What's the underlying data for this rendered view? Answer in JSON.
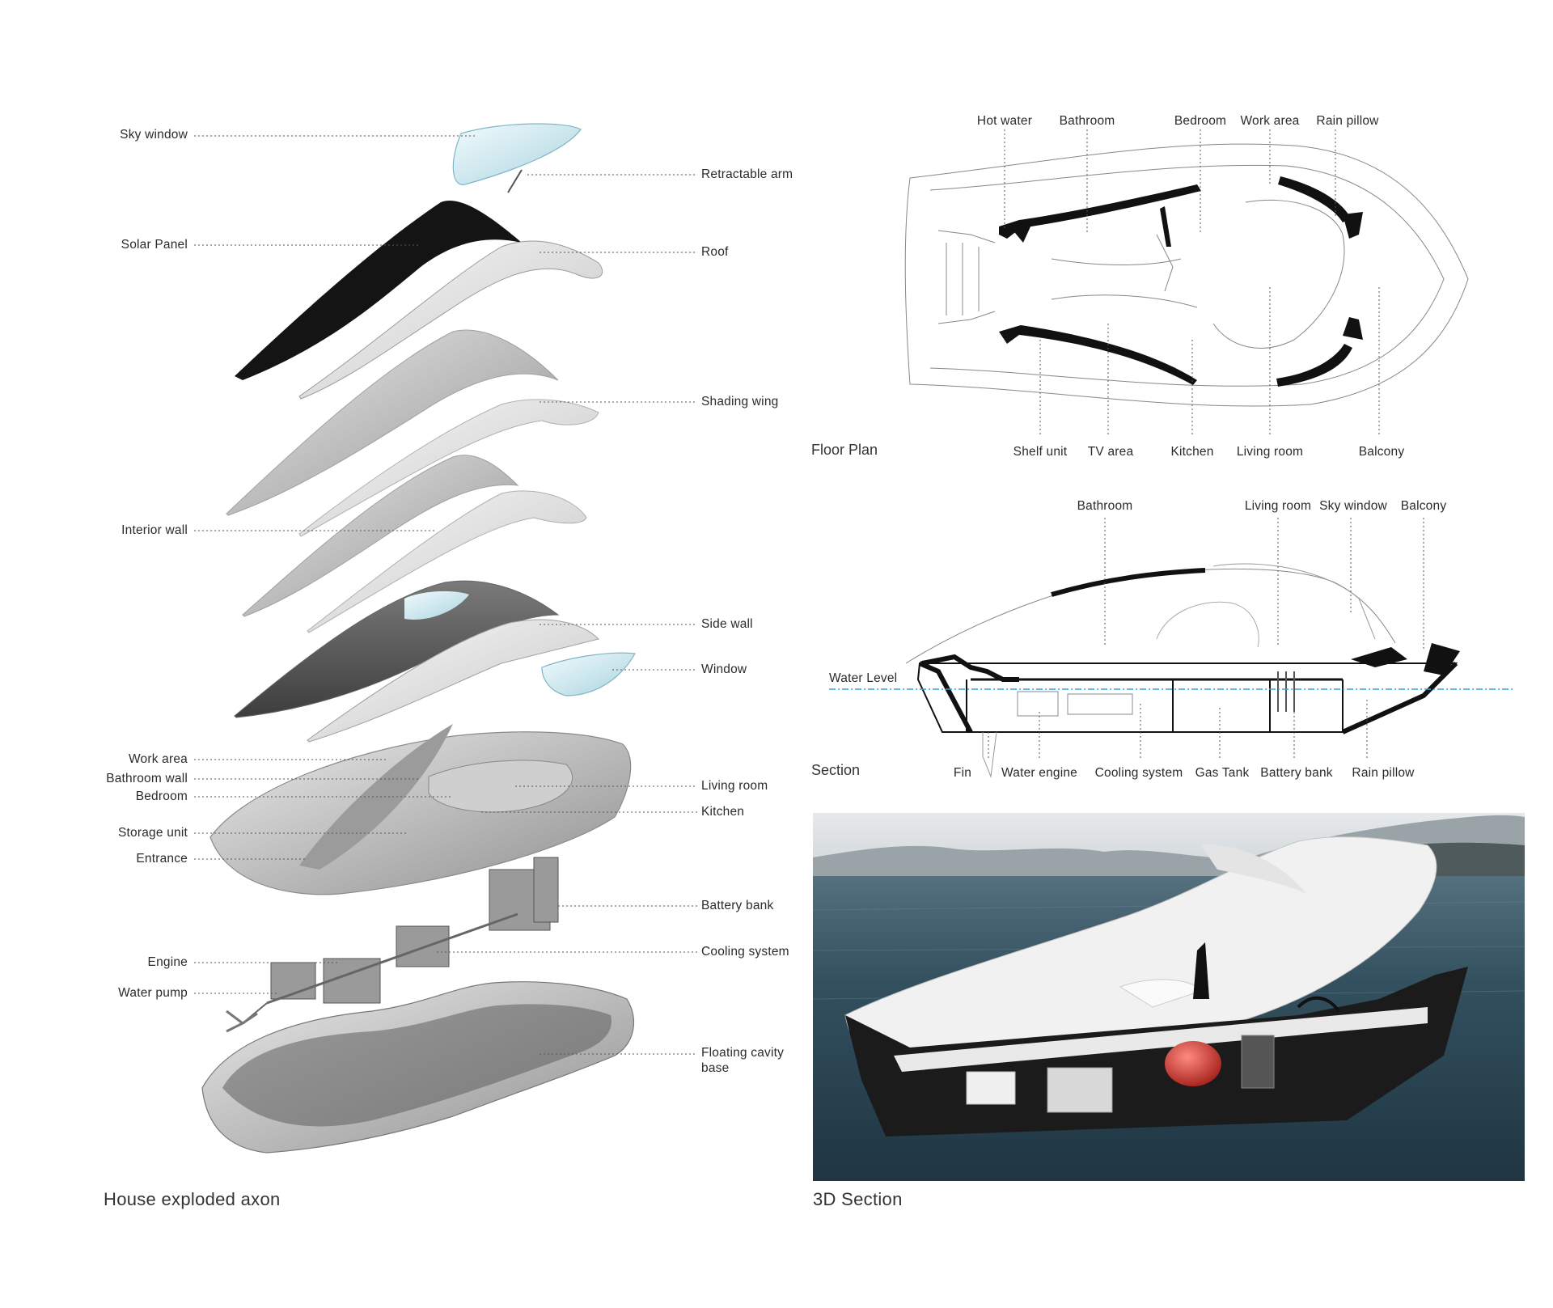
{
  "axon": {
    "caption": "House exploded axon",
    "left_labels": {
      "sky_window": "Sky window",
      "solar_panel": "Solar Panel",
      "interior_wall": "Interior wall",
      "work_area": "Work area",
      "bathroom_wall": "Bathroom wall",
      "bedroom": "Bedroom",
      "storage_unit": "Storage unit",
      "entrance": "Entrance",
      "engine": "Engine",
      "water_pump": "Water pump"
    },
    "right_labels": {
      "retractable_arm": "Retractable arm",
      "roof": "Roof",
      "shading_wing": "Shading wing",
      "side_wall": "Side wall",
      "window": "Window",
      "living_room": "Living room",
      "kitchen": "Kitchen",
      "battery_bank": "Battery bank",
      "cooling_system": "Cooling system",
      "floating_cavity_base_1": "Floating cavity",
      "floating_cavity_base_2": "base"
    }
  },
  "floor_plan": {
    "caption": "Floor Plan",
    "top_labels": {
      "hot_water": "Hot water",
      "bathroom": "Bathroom",
      "bedroom": "Bedroom",
      "work_area": "Work area",
      "rain_pillow": "Rain pillow"
    },
    "bottom_labels": {
      "shelf_unit": "Shelf unit",
      "tv_area": "TV area",
      "kitchen": "Kitchen",
      "living_room": "Living room",
      "balcony": "Balcony"
    }
  },
  "section": {
    "caption": "Section",
    "water_level": "Water Level",
    "top_labels": {
      "bathroom": "Bathroom",
      "living_room": "Living room",
      "sky_window": "Sky window",
      "balcony": "Balcony"
    },
    "bottom_labels": {
      "fin": "Fin",
      "water_engine": "Water engine",
      "cooling_system": "Cooling system",
      "gas_tank": "Gas Tank",
      "battery_bank": "Battery bank",
      "rain_pillow": "Rain pillow"
    }
  },
  "render_3d": {
    "caption": "3D Section"
  },
  "colors": {
    "line": "#333333",
    "water_level": "#2aa7d8",
    "sea": "#26404f",
    "sky": "#dfe3e6"
  }
}
